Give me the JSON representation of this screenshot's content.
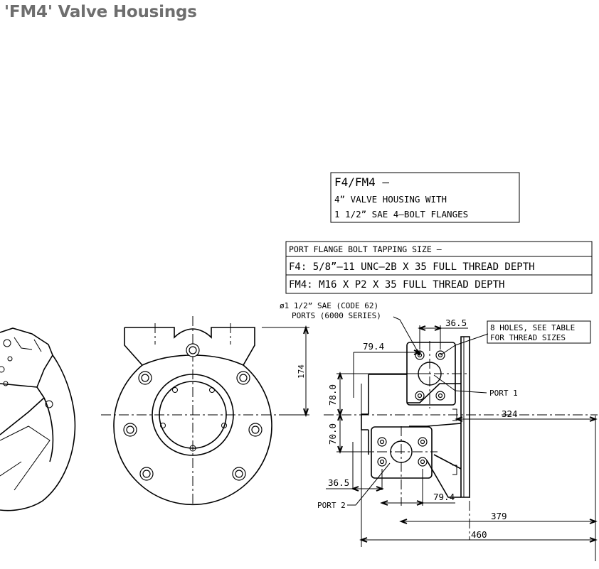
{
  "page": {
    "title": "'FM4' Valve Housings"
  },
  "title_box": {
    "line1": "F4/FM4 –",
    "line2": "4” VALVE HOUSING WITH",
    "line3": "1 1/2” SAE 4–BOLT FLANGES"
  },
  "tapping_table": {
    "header": "PORT FLANGE BOLT TAPPING SIZE –",
    "row_f4": "F4: 5/8”–11 UNC–2B X 35 FULL THREAD DEPTH",
    "row_fm4": "FM4: M16 X P2 X 35 FULL THREAD DEPTH"
  },
  "labels": {
    "ports_line1": "ø1 1/2” SAE (CODE 62)",
    "ports_line2": "PORTS (6000 SERIES)",
    "holes_line1": "8 HOLES, SEE TABLE",
    "holes_line2": "FOR THREAD SIZES",
    "port1": "PORT 1",
    "port2": "PORT 2"
  },
  "dimensions": {
    "d174": "174",
    "d36_5_top": "36.5",
    "d79_4_top": "79.4",
    "d78_0": "78.0",
    "d70_0": "70.0",
    "d324": "324",
    "d36_5_bottom": "36.5",
    "d79_4_bottom": "79.4",
    "d379": "379",
    "d460": "460"
  }
}
